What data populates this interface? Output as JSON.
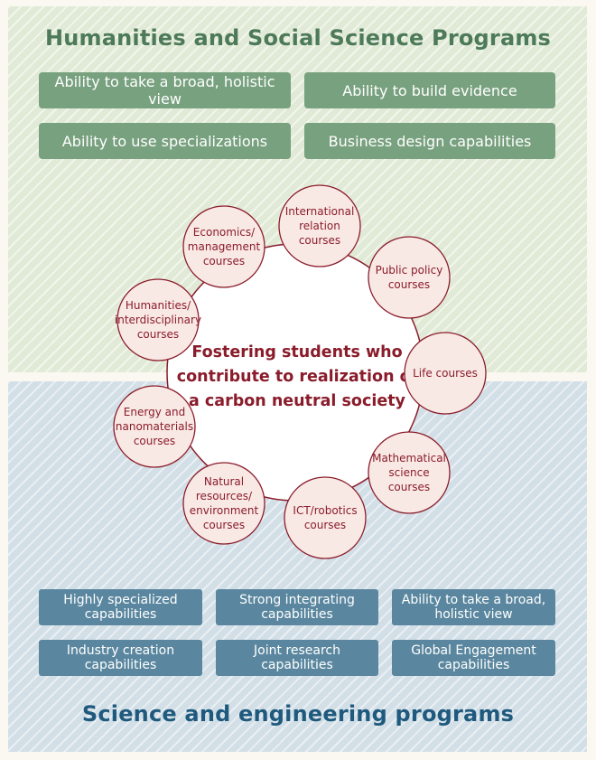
{
  "humanities": {
    "title": "Humanities and Social Science Programs",
    "capabilities": [
      "Ability to take a broad, holistic view",
      "Ability to build evidence",
      "Ability to use specializations",
      "Business design capabilities"
    ]
  },
  "center": {
    "lines": [
      "Fostering students who",
      "contribute to realization of",
      "a carbon neutral society"
    ]
  },
  "courses": [
    {
      "id": "international",
      "lines": [
        "International",
        "relation",
        "courses"
      ]
    },
    {
      "id": "public-policy",
      "lines": [
        "Public policy",
        "courses"
      ]
    },
    {
      "id": "life",
      "lines": [
        "Life courses"
      ]
    },
    {
      "id": "mathematical",
      "lines": [
        "Mathematical",
        "science",
        "courses"
      ]
    },
    {
      "id": "ict",
      "lines": [
        "ICT/robotics",
        "courses"
      ]
    },
    {
      "id": "natural",
      "lines": [
        "Natural",
        "resources/",
        "environment",
        "courses"
      ]
    },
    {
      "id": "energy",
      "lines": [
        "Energy and",
        "nanomaterials",
        "courses"
      ]
    },
    {
      "id": "humanities",
      "lines": [
        "Humanities/",
        "interdisciplinary",
        "courses"
      ]
    },
    {
      "id": "economics",
      "lines": [
        "Economics/",
        "management",
        "courses"
      ]
    }
  ],
  "science": {
    "title": "Science and engineering programs",
    "capabilities": [
      "Highly specialized\ncapabilities",
      "Strong integrating\ncapabilities",
      "Ability to take a broad,\nholistic view",
      "Industry creation\ncapabilities",
      "Joint research\ncapabilities",
      "Global Engagement\ncapabilities"
    ]
  },
  "colors": {
    "accent": "#8a1c2b",
    "course_fill": "#f9e9e5",
    "green_box": "#78a17f",
    "blue_box": "#5a879f"
  }
}
